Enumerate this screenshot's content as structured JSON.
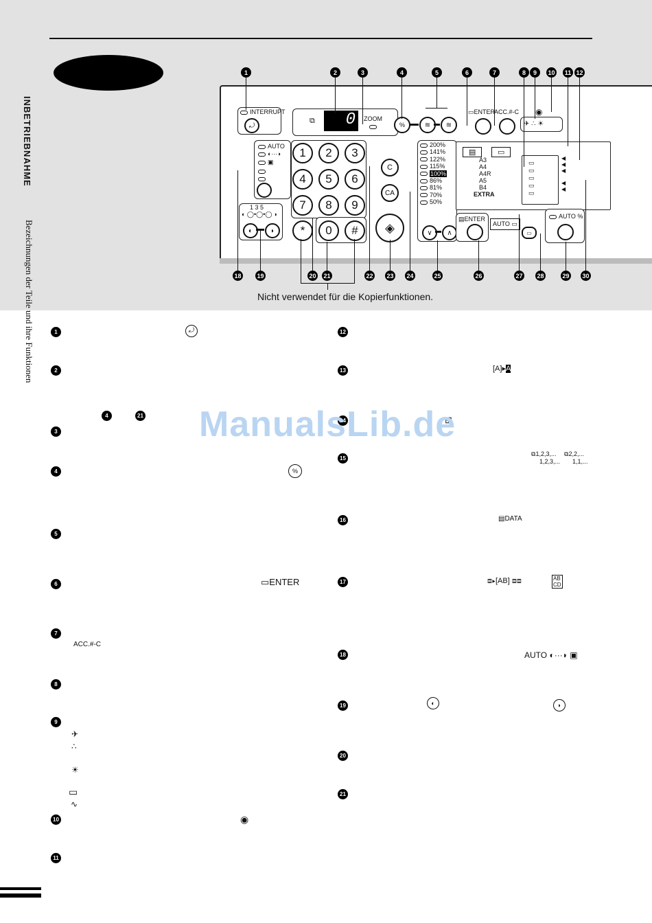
{
  "header": {
    "side_title": "INBETRIEBNAHME",
    "side_subtitle": "Bezeichnungen der Teile und ihre Funktionen"
  },
  "panel": {
    "interrupt": "INTERRUPT",
    "display_value": "0",
    "zoom": "ZOOM",
    "percent": "%",
    "enter_top": "ENTER",
    "acc": "ACC.#-C",
    "auto": "AUTO",
    "exposure_scale": "1  3  5",
    "keys": [
      "1",
      "2",
      "3",
      "4",
      "5",
      "6",
      "7",
      "8",
      "9",
      "*",
      "0",
      "#"
    ],
    "c": "C",
    "ca": "CA",
    "zoom_ratios": [
      "200%",
      "141%",
      "122%",
      "115%",
      "100%",
      "86%",
      "81%",
      "70%",
      "50%"
    ],
    "paper_sizes": [
      "A3",
      "A4",
      "A4R",
      "A5",
      "B4"
    ],
    "extra": "EXTRA",
    "enter": "ENTER",
    "auto_paper": "AUTO",
    "auto_percent": "AUTO %"
  },
  "callouts_top": [
    "1",
    "2",
    "3",
    "4",
    "5",
    "6",
    "7",
    "8",
    "9",
    "10",
    "11",
    "12"
  ],
  "callouts_bottom": [
    "18",
    "19",
    "20",
    "21",
    "22",
    "23",
    "24",
    "25",
    "26",
    "27",
    "28",
    "29",
    "30"
  ],
  "caption": "Nicht verwendet für die Kopierfunktionen.",
  "left_items": [
    "1",
    "2",
    "3",
    "4",
    "5",
    "6",
    "7",
    "8",
    "9",
    "10",
    "11"
  ],
  "right_items": [
    "12",
    "13",
    "14",
    "15",
    "16",
    "17",
    "18",
    "19",
    "20",
    "21"
  ],
  "inline_refs": {
    "a": "4",
    "b": "21"
  },
  "symbols": {
    "enter": "ENTER",
    "acc": "ACC.#-C",
    "data": "DATA",
    "auto_exposure": "AUTO",
    "sort_a": "1,2,3,...",
    "sort_b": "1,2,3,...",
    "group_a": "2,2,...",
    "group_b": "1,1,...",
    "ab": "AB",
    "cd": "CD"
  },
  "watermark": "ManualsLib.de"
}
